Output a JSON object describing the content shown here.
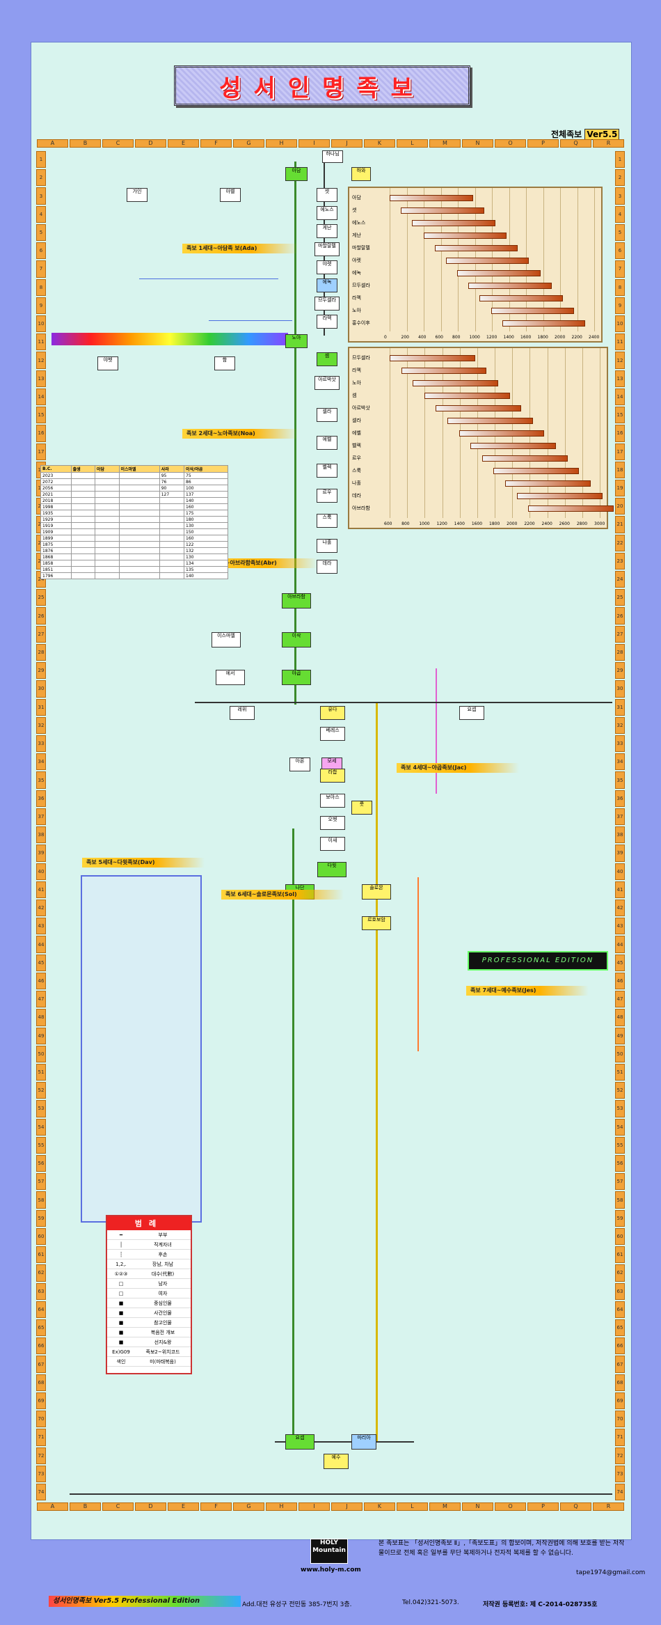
{
  "title": "성서인명족보",
  "edition": "전체족보",
  "version": "Ver5.5",
  "columns": [
    "A",
    "B",
    "C",
    "D",
    "E",
    "F",
    "G",
    "H",
    "I",
    "J",
    "K",
    "L",
    "M",
    "N",
    "O",
    "P",
    "Q",
    "R"
  ],
  "rows": [
    "1",
    "2",
    "3",
    "4",
    "5",
    "6",
    "7",
    "8",
    "9",
    "10",
    "11",
    "12",
    "13",
    "14",
    "15",
    "16",
    "17",
    "18",
    "19",
    "20",
    "21",
    "22",
    "23",
    "24",
    "25",
    "26",
    "27",
    "28",
    "29",
    "30",
    "31",
    "32",
    "33",
    "34",
    "35",
    "36",
    "37",
    "38",
    "39",
    "40",
    "41",
    "42",
    "43",
    "44",
    "45",
    "46",
    "47",
    "48",
    "49",
    "50",
    "51",
    "52",
    "53",
    "54",
    "55",
    "56",
    "57",
    "58",
    "59",
    "60",
    "61",
    "62",
    "63",
    "64",
    "65",
    "66",
    "67",
    "68",
    "69",
    "70",
    "71",
    "72",
    "73",
    "74"
  ],
  "nodes": {
    "god": "하나님",
    "adam": "아담",
    "eve": "하와",
    "cain": "가인",
    "seth": "셋",
    "abel": "아벨",
    "enosh": "에노스",
    "kenan": "게난",
    "mahalalel": "마할랄렐",
    "jared": "야렛",
    "enoch": "에녹",
    "methuselah": "므두셀라",
    "lamech": "라멕",
    "noah": "노아",
    "shem": "셈",
    "ham": "함",
    "japheth": "야벳",
    "arphaxad": "아르박삿",
    "shelah": "셀라",
    "eber": "에벨",
    "peleg": "벨렉",
    "reu": "르우",
    "serug": "스룩",
    "nahor": "나홀",
    "terah": "데라",
    "abraham": "아브라함",
    "isaac": "이삭",
    "ishmael": "이스마엘",
    "jacob": "야곱",
    "esau": "에서",
    "judah": "유다",
    "levi": "레위",
    "joseph": "요셉",
    "perez": "베레스",
    "boaz": "보아스",
    "obed": "오벳",
    "jesse": "이새",
    "david": "다윗",
    "solomon": "솔로몬",
    "nathan": "나단",
    "rehoboam": "르호보암",
    "joseph_husband": "요셉",
    "mary": "마리아",
    "jesus": "예수",
    "moses": "모세",
    "aaron": "아론",
    "ruth": "룻",
    "rahab": "라합"
  },
  "section_labels": {
    "s1": "족보 1세대~아담족 보(Ada)",
    "s2": "족보 2세대~노아족보(Noa)",
    "s3": "족보 3세대~아브라함족보(Abr)",
    "s4": "족보 4세대~야곱족보(Jac)",
    "s5": "족보 5세대~다윗족보(Dav)",
    "s6": "족보 6세대~솔로몬족보(Sol)",
    "s7": "족보 7세대~예수족보(Jes)"
  },
  "timeline_top": {
    "people": [
      "아담",
      "셋",
      "에노스",
      "게난",
      "마할랄렐",
      "야렛",
      "에녹",
      "므두셀라",
      "라멕",
      "노아",
      "홍수이후"
    ],
    "axis": [
      "0",
      "200",
      "400",
      "600",
      "800",
      "1000",
      "1200",
      "1400",
      "1600",
      "1800",
      "2000",
      "2200",
      "2400"
    ]
  },
  "timeline_bottom": {
    "people": [
      "므두셀라",
      "라멕",
      "노아",
      "셈",
      "아르박삿",
      "셀라",
      "에벨",
      "벨렉",
      "르우",
      "스룩",
      "나홀",
      "데라",
      "아브라함"
    ],
    "axis": [
      "600",
      "800",
      "1000",
      "1200",
      "1400",
      "1600",
      "1800",
      "2000",
      "2200",
      "2400",
      "2600",
      "2800",
      "3000"
    ]
  },
  "table": {
    "header": [
      "B.C.",
      "출생",
      "아담",
      "이스마엘",
      "사라",
      "이삭/야곱"
    ],
    "rows": [
      [
        "2023",
        "",
        "",
        "",
        "95",
        "75"
      ],
      [
        "2072",
        "",
        "",
        "",
        "76",
        "86"
      ],
      [
        "2056",
        "",
        "",
        "",
        "90",
        "100"
      ],
      [
        "2021",
        "",
        "",
        "",
        "127",
        "137"
      ],
      [
        "2018",
        "",
        "",
        "",
        "",
        "140"
      ],
      [
        "1998",
        "",
        "",
        "",
        "",
        "160"
      ],
      [
        "1935",
        "",
        "",
        "",
        "",
        "175"
      ],
      [
        "1929",
        "",
        "",
        "",
        "",
        "180"
      ],
      [
        "1919",
        "",
        "",
        "",
        "",
        "130"
      ],
      [
        "1909",
        "",
        "",
        "",
        "",
        "150"
      ],
      [
        "1899",
        "",
        "",
        "",
        "",
        "160"
      ],
      [
        "1875",
        "",
        "",
        "",
        "",
        "122"
      ],
      [
        "1876",
        "",
        "",
        "",
        "",
        "132"
      ],
      [
        "1868",
        "",
        "",
        "",
        "",
        "130"
      ],
      [
        "1858",
        "",
        "",
        "",
        "",
        "134"
      ],
      [
        "1851",
        "",
        "",
        "",
        "",
        "135"
      ],
      [
        "1796",
        "",
        "",
        "",
        "",
        "140"
      ]
    ]
  },
  "legend": {
    "title": "범례",
    "items": [
      {
        "sym": "━",
        "text": "부부"
      },
      {
        "sym": "│",
        "text": "직계자녀"
      },
      {
        "sym": "┆",
        "text": "후손"
      },
      {
        "sym": "1,2,.",
        "text": "장남, 차남"
      },
      {
        "sym": "①②③",
        "text": "대수(代數)"
      },
      {
        "sym": "□",
        "text": "남자"
      },
      {
        "sym": "□",
        "text": "여자"
      },
      {
        "sym": "■",
        "text": "중심인물"
      },
      {
        "sym": "■",
        "text": "사건인물"
      },
      {
        "sym": "■",
        "text": "참고인물"
      },
      {
        "sym": "■",
        "text": "복음전 개보"
      },
      {
        "sym": "■",
        "text": "선지&왕"
      },
      {
        "sym": "Ex)G09",
        "text": "족보2~위치코드"
      },
      {
        "sym": "색인",
        "text": "미(마태복음)"
      }
    ]
  },
  "pro_edition": "PROFESSIONAL EDITION",
  "logo": [
    "HOLY",
    "Mountain"
  ],
  "site": "www.holy-m.com",
  "notice": "본 족보표는 「성서인명족보 Ⅱ」,「족보도표」의 합보이며, 저작권법에 의해 보호를 받는 저작물이므로 전체 혹은 일부를 무단 복제하거나 전자적 복제를 할 수 없습니다.",
  "email": "tape1974@gmail.com",
  "footer_title": "성서인명족보 Ver5.5 Professional Edition",
  "address": "Add.대전 유성구 전민동 385-7번지 3층.",
  "tel": "Tel.042)321-5073.",
  "registration": "저작권 등록번호: 제 C-2014-028735호",
  "colors": {
    "background": "#8f9cf0",
    "sheet": "#d8f4ee",
    "title_red": "#ff2222",
    "orange_bar": "#f2a33a",
    "green_node": "#66dd33",
    "yellow_node": "#fff36b"
  }
}
